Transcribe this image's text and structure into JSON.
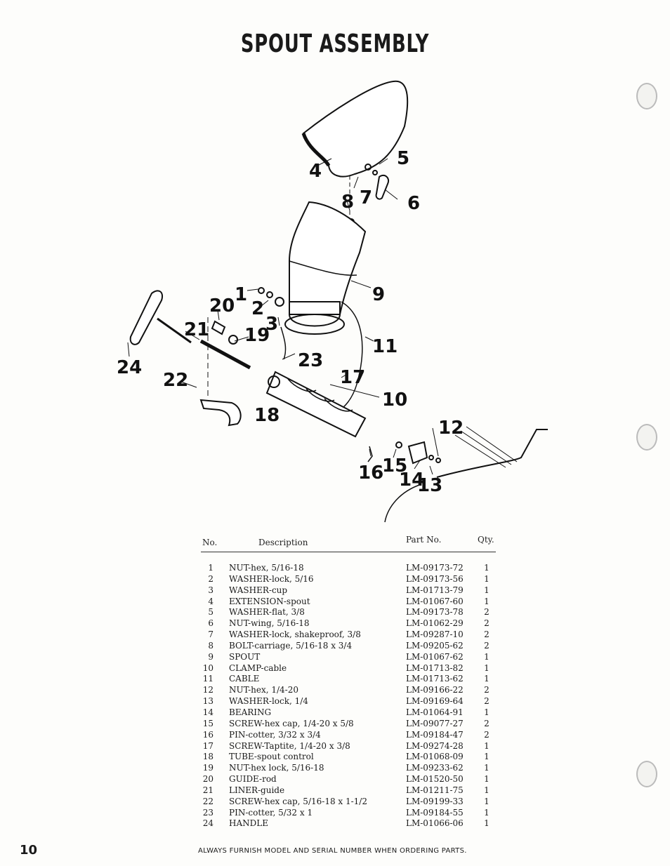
{
  "title": "SPOUT ASSEMBLY",
  "callouts": [
    "1",
    "2",
    "3",
    "4",
    "5",
    "6",
    "7",
    "8",
    "9",
    "10",
    "11",
    "12",
    "13",
    "14",
    "15",
    "16",
    "17",
    "18",
    "19",
    "20",
    "21",
    "22",
    "23",
    "24"
  ],
  "table": {
    "headers": {
      "no": "No.",
      "description": "Description",
      "part_no": "Part No.",
      "qty": "Qty."
    },
    "rows": [
      {
        "no": "1",
        "description": "NUT-hex, 5/16-18",
        "part_no": "LM-09173-72",
        "qty": "1"
      },
      {
        "no": "2",
        "description": "WASHER-lock, 5/16",
        "part_no": "LM-09173-56",
        "qty": "1"
      },
      {
        "no": "3",
        "description": "WASHER-cup",
        "part_no": "LM-01713-79",
        "qty": "1"
      },
      {
        "no": "4",
        "description": "EXTENSION-spout",
        "part_no": "LM-01067-60",
        "qty": "1"
      },
      {
        "no": "5",
        "description": "WASHER-flat, 3/8",
        "part_no": "LM-09173-78",
        "qty": "2"
      },
      {
        "no": "6",
        "description": "NUT-wing, 5/16-18",
        "part_no": "LM-01062-29",
        "qty": "2"
      },
      {
        "no": "7",
        "description": "WASHER-lock, shakeproof, 3/8",
        "part_no": "LM-09287-10",
        "qty": "2"
      },
      {
        "no": "8",
        "description": "BOLT-carriage, 5/16-18 x 3/4",
        "part_no": "LM-09205-62",
        "qty": "2"
      },
      {
        "no": "9",
        "description": "SPOUT",
        "part_no": "LM-01067-62",
        "qty": "1"
      },
      {
        "no": "10",
        "description": "CLAMP-cable",
        "part_no": "LM-01713-82",
        "qty": "1"
      },
      {
        "no": "11",
        "description": "CABLE",
        "part_no": "LM-01713-62",
        "qty": "1"
      },
      {
        "no": "12",
        "description": "NUT-hex, 1/4-20",
        "part_no": "LM-09166-22",
        "qty": "2"
      },
      {
        "no": "13",
        "description": "WASHER-lock, 1/4",
        "part_no": "LM-09169-64",
        "qty": "2"
      },
      {
        "no": "14",
        "description": "BEARING",
        "part_no": "LM-01064-91",
        "qty": "1"
      },
      {
        "no": "15",
        "description": "SCREW-hex cap, 1/4-20 x 5/8",
        "part_no": "LM-09077-27",
        "qty": "2"
      },
      {
        "no": "16",
        "description": "PIN-cotter, 3/32 x 3/4",
        "part_no": "LM-09184-47",
        "qty": "2"
      },
      {
        "no": "17",
        "description": "SCREW-Taptite, 1/4-20 x 3/8",
        "part_no": "LM-09274-28",
        "qty": "1"
      },
      {
        "no": "18",
        "description": "TUBE-spout control",
        "part_no": "LM-01068-09",
        "qty": "1"
      },
      {
        "no": "19",
        "description": "NUT-hex lock, 5/16-18",
        "part_no": "LM-09233-62",
        "qty": "1"
      },
      {
        "no": "20",
        "description": "GUIDE-rod",
        "part_no": "LM-01520-50",
        "qty": "1"
      },
      {
        "no": "21",
        "description": "LINER-guide",
        "part_no": "LM-01211-75",
        "qty": "1"
      },
      {
        "no": "22",
        "description": "SCREW-hex cap, 5/16-18 x 1-1/2",
        "part_no": "LM-09199-33",
        "qty": "1"
      },
      {
        "no": "23",
        "description": "PIN-cotter, 5/32 x 1",
        "part_no": "LM-09184-55",
        "qty": "1"
      },
      {
        "no": "24",
        "description": "HANDLE",
        "part_no": "LM-01066-06",
        "qty": "1"
      }
    ]
  },
  "page_number": "10",
  "footer": "ALWAYS FURNISH MODEL AND SERIAL NUMBER WHEN ORDERING PARTS."
}
